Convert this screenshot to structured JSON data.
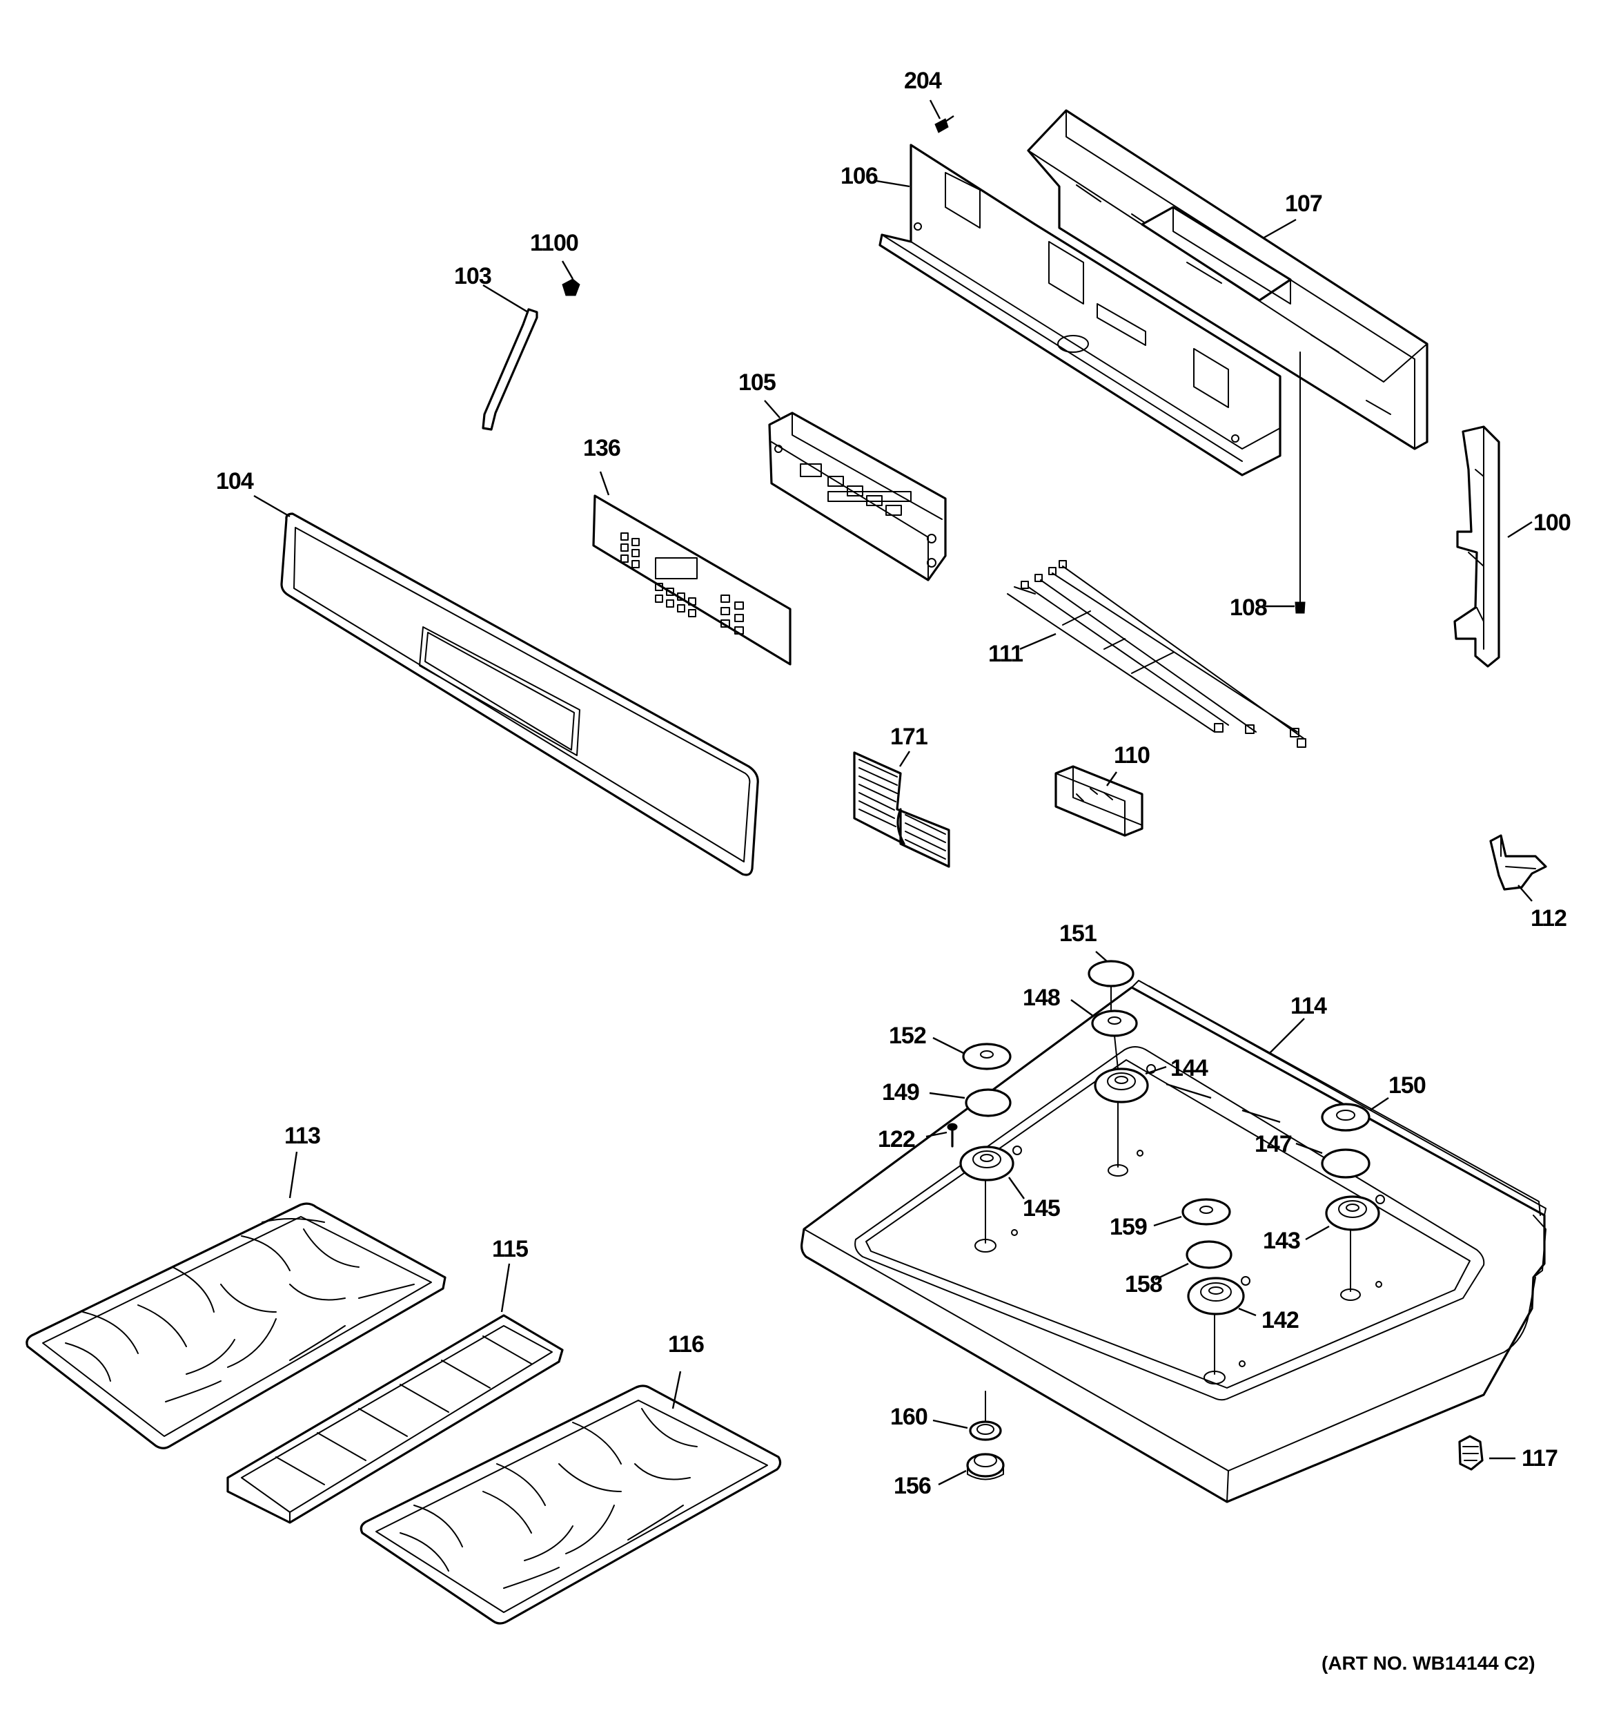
{
  "diagram": {
    "callouts": {
      "c204": "204",
      "c106": "106",
      "c107": "107",
      "c1100": "1100",
      "c103": "103",
      "c105": "105",
      "c136": "136",
      "c104": "104",
      "c100": "100",
      "c108": "108",
      "c111": "111",
      "c171": "171",
      "c110": "110",
      "c112": "112",
      "c151": "151",
      "c148": "148",
      "c114": "114",
      "c152": "152",
      "c144": "144",
      "c150": "150",
      "c149": "149",
      "c147": "147",
      "c122": "122",
      "c145": "145",
      "c159": "159",
      "c143": "143",
      "c158": "158",
      "c142": "142",
      "c113": "113",
      "c115": "115",
      "c116": "116",
      "c160": "160",
      "c156": "156",
      "c117": "117"
    },
    "art_number": "(ART NO. WB14144 C2)"
  }
}
